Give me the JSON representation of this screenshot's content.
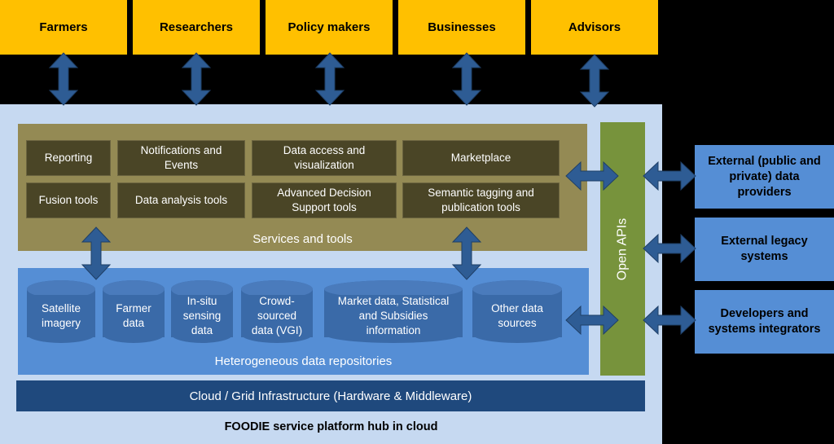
{
  "users": [
    "Farmers",
    "Researchers",
    "Policy makers",
    "Businesses",
    "Advisors"
  ],
  "services": {
    "label": "Services and tools",
    "tools": [
      "Reporting",
      "Notifications and Events",
      "Data access and visualization",
      "Marketplace",
      "Fusion tools",
      "Data analysis tools",
      "Advanced Decision Support tools",
      "Semantic tagging and publication tools"
    ]
  },
  "repositories": {
    "label": "Heterogeneous data repositories",
    "items": [
      "Satellite imagery",
      "Farmer data",
      "In-situ sensing data",
      "Crowd-sourced data (VGI)",
      "Market data, Statistical and Subsidies information",
      "Other data sources"
    ]
  },
  "cloud": "Cloud / Grid Infrastructure (Hardware & Middleware)",
  "hub_label": "FOODIE service platform hub in cloud",
  "open_apis": "Open APIs",
  "external": [
    "External (public and private) data providers",
    "External legacy systems",
    "Developers and systems integrators"
  ],
  "colors": {
    "users": "#ffc000",
    "hub": "#c6d9f1",
    "services": "#948a54",
    "tools": "#4a4526",
    "repositories": "#558ed5",
    "cloud": "#1f497d",
    "open_apis": "#77933c",
    "arrows": "#2e5c94"
  }
}
